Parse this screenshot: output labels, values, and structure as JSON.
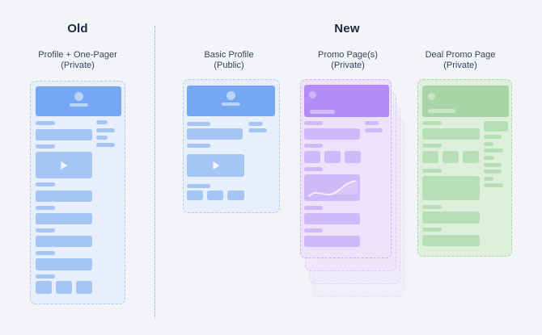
{
  "diagram": {
    "old": {
      "heading": "Old",
      "columns": [
        {
          "title": "Profile + One-Pager",
          "subtitle": "(Private)",
          "card_type": "profile-one-pager-wireframe"
        }
      ]
    },
    "new": {
      "heading": "New",
      "columns": [
        {
          "title": "Basic Profile",
          "subtitle": "(Public)",
          "card_type": "basic-profile-wireframe"
        },
        {
          "title": "Promo Page(s)",
          "subtitle": "(Private)",
          "card_type": "promo-pages-stacked-wireframe"
        },
        {
          "title": "Deal Promo Page",
          "subtitle": "(Private)",
          "card_type": "deal-promo-wireframe"
        }
      ]
    }
  },
  "icons": {
    "avatar": "user-avatar-icon",
    "play": "play-icon",
    "chart": "line-chart-icon"
  },
  "colors": {
    "bg": "#f2f4f8",
    "heading": "#1b2944",
    "label": "#36435c",
    "divider": "#9ba7b7",
    "blue-header": "#75a7f2",
    "blue-bar": "#a5c5f7",
    "blue-card-bg": "#e7effc",
    "blue-border": "#accbf5",
    "purple-header": "#b48cf8",
    "purple-bar": "#cfb9f8",
    "purple-card-bg": "#ece3fb",
    "purple-border": "#cfaef6",
    "green-header": "#a8d5a8",
    "green-bar": "#b7dfb5",
    "green-card-bg": "#def0dc",
    "green-border": "#abdaa9"
  }
}
